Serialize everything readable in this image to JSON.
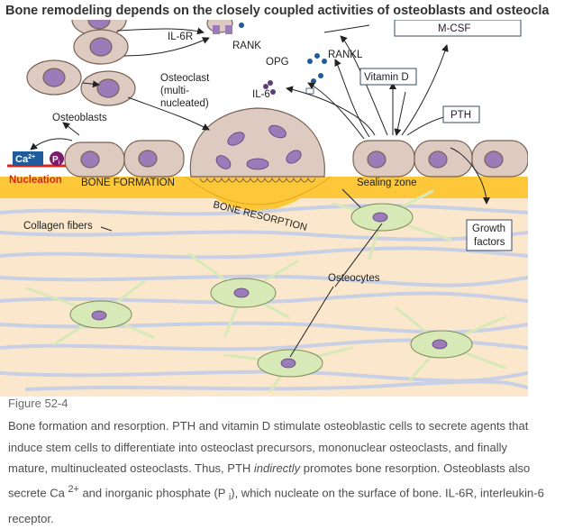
{
  "title": "Bone remodeling depends on the closely coupled activities of osteoblasts and osteocla",
  "figure": {
    "labels": {
      "il6r": "IL-6R",
      "rank": "RANK",
      "rankl": "RANKL",
      "opg": "OPG",
      "mcsf": "M-CSF",
      "vitamin_d": "Vitamin D",
      "osteoclast_line1": "Osteoclast",
      "osteoclast_line2": "(multi-",
      "osteoclast_line3": "nucleated)",
      "il6": "IL-6",
      "pth": "PTH",
      "osteoblasts": "Osteoblasts",
      "ca": "Ca",
      "ca_sup": "2+",
      "pi": "P",
      "pi_sub": "i",
      "nucleation": "Nucleation",
      "bone_formation": "BONE FORMATION",
      "sealing_zone": "Sealing zone",
      "bone_resorption": "BONE RESORPTION",
      "collagen_fibers": "Collagen fibers",
      "growth_factors_line1": "Growth",
      "growth_factors_line2": "factors",
      "osteocytes": "Osteocytes"
    }
  },
  "figure_number": "Figure 52-4",
  "caption": {
    "p1": "Bone formation and resorption. PTH and vitamin D stimulate osteoblastic cells to secrete agents that induce stem cells to differentiate into osteoclast precursors, mononuclear osteoclasts, and finally mature, multinucleated osteoclasts. Thus, PTH ",
    "em": "indirectly",
    "p2": " promotes bone resorption. Osteoblasts also secrete Ca ",
    "sup": "2+",
    "p3": " and inorganic phosphate (P ",
    "sub": "i",
    "p4": "), which nucleate on the surface of bone. IL-6R, interleukin-6 receptor."
  },
  "colors": {
    "bone_bg": "#fbe8cc",
    "surface_band": "#fcc83a",
    "fiber": "#c9cfe4",
    "cell_fill": "#ddcbc2",
    "nucleus": "#9b7bb8",
    "osteocyte": "#d6e9b6",
    "nucleation": "#d7281f",
    "ca_box": "#1f5b9d",
    "pi_circle": "#7a1d6a"
  }
}
